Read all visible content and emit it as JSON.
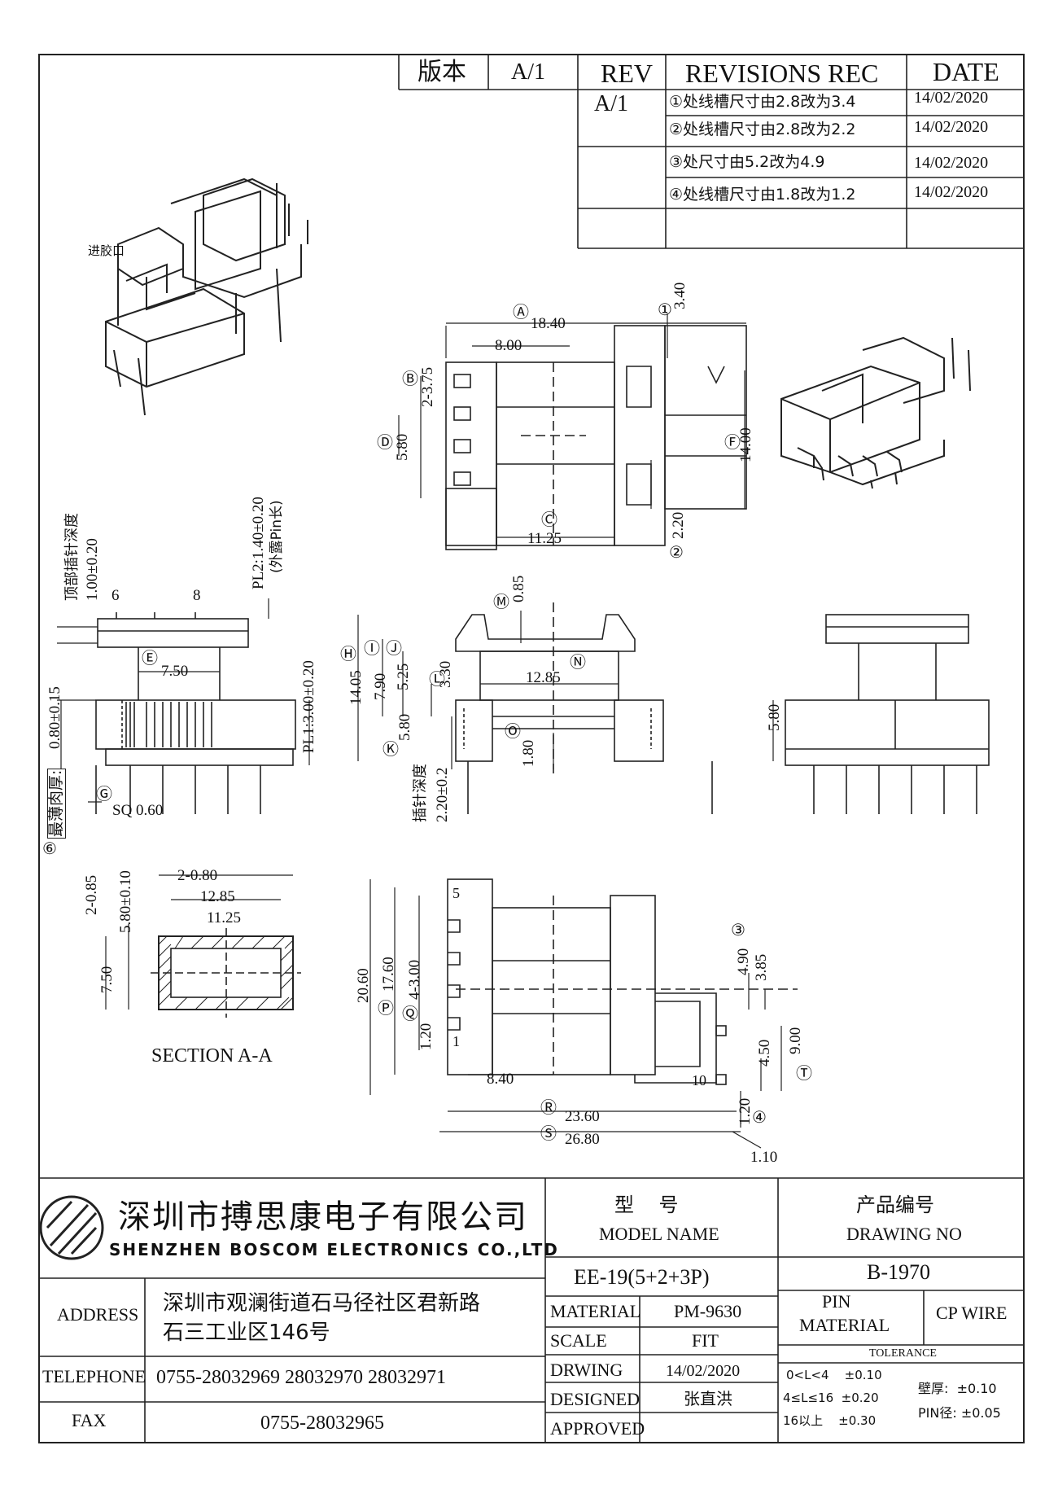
{
  "revision_table": {
    "header": {
      "version_label": "版本",
      "version_value": "A/1",
      "rev": "REV",
      "revisions": "REVISIONS REC",
      "date": "DATE"
    },
    "rows": [
      {
        "rev": "A/1",
        "text": "①处线槽尺寸由2.8改为3.4",
        "date": "14/02/2020"
      },
      {
        "rev": "",
        "text": "②处线槽尺寸由2.8改为2.2",
        "date": "14/02/2020"
      },
      {
        "rev": "",
        "text": "③处尺寸由5.2改为4.9",
        "date": "14/02/2020"
      },
      {
        "rev": "",
        "text": "④处线槽尺寸由1.8改为1.2",
        "date": "14/02/2020"
      }
    ]
  },
  "iso_label": "进胶口",
  "top_view": {
    "A": "Ⓐ",
    "dim_a": "18.40",
    "dim_8": "8.00",
    "c1": "①",
    "dim_340": "3.40",
    "B": "Ⓑ",
    "dim_375": "2-3.75",
    "D": "Ⓓ",
    "dim_580": "5.80",
    "F": "Ⓕ",
    "dim_1400": "14.00",
    "C": "Ⓒ",
    "dim_1125": "11.25",
    "dim_220": "2.20",
    "c2": "②"
  },
  "front_view": {
    "depth_label": "顶部插针深度",
    "depth_val": "1.00±0.20",
    "pl2": "PL2:1.40±0.20",
    "pl2_note": "(外露Pin长)",
    "pin6": "6",
    "pin8": "8",
    "E": "Ⓔ",
    "dim_750": "7.50",
    "dim_080": "0.80±0.15",
    "pl1": "PL1:3.00±0.20",
    "thin_label": "最薄肉厚:",
    "G": "Ⓖ",
    "sq": "SQ 0.60",
    "c6": "⑥"
  },
  "side_view": {
    "M": "Ⓜ",
    "dim_085": "0.85",
    "H": "Ⓗ",
    "dim_1405": "14.05",
    "I": "Ⓘ",
    "dim_790": "7.90",
    "J": "Ⓙ",
    "dim_525": "5.25",
    "L": "Ⓛ",
    "dim_330": "3.30",
    "N": "Ⓝ",
    "dim_1285": "12.85",
    "K": "Ⓚ",
    "dim_580": "5.80",
    "O": "Ⓞ",
    "dim_180": "1.80",
    "pin_depth_label": "插针深度",
    "pin_depth_val": "2.20±0.2"
  },
  "right_view": {
    "dim_580": "5.80"
  },
  "section": {
    "dim_2_080": "2-0.80",
    "dim_1285": "12.85",
    "dim_1125": "11.25",
    "dim_2_085": "2-0.85",
    "dim_580": "5.80±0.10",
    "dim_750": "7.50",
    "title": "SECTION A-A"
  },
  "bottom_view": {
    "pin5": "5",
    "pin1": "1",
    "pin10": "10",
    "dim_2060": "20.60",
    "P": "Ⓟ",
    "dim_1760": "17.60",
    "Q": "Ⓠ",
    "dim_4_300": "4-3.00",
    "dim_120a": "1.20",
    "dim_840": "8.40",
    "R": "Ⓡ",
    "dim_2360": "23.60",
    "S": "Ⓢ",
    "dim_2680": "26.80",
    "dim_110": "1.10",
    "c3": "③",
    "dim_490": "4.90",
    "dim_385": "3.85",
    "dim_450": "4.50",
    "dim_900": "9.00",
    "T": "Ⓣ",
    "dim_120b": "1.20",
    "c4": "④"
  },
  "title_block": {
    "company_cn": "深圳市搏思康电子有限公司",
    "company_en": "SHENZHEN BOSCOM ELECTRONICS CO.,LTD",
    "model_label_cn": "型    号",
    "model_label_en": "MODEL NAME",
    "drawing_label_cn": "产品编号",
    "drawing_label_en": "DRAWING NO",
    "address_label": "ADDRESS",
    "address_l1": "深圳市观澜街道石马径社区君新路",
    "address_l2": "石三工业区146号",
    "telephone_label": "TELEPHONE",
    "telephone": "0755-28032969 28032970 28032971",
    "fax_label": "FAX",
    "fax": "0755-28032965",
    "model": "EE-19(5+2+3P)",
    "drawing_no": "B-1970",
    "material_label": "MATERIAL",
    "material": "PM-9630",
    "pin_material_label_1": "PIN",
    "pin_material_label_2": "MATERIAL",
    "pin_material": "CP WIRE",
    "scale_label": "SCALE",
    "scale": "FIT",
    "tolerance_label": "TOLERANCE",
    "drawing_label": "DRWING",
    "drawing_date": "14/02/2020",
    "designed_label": "DESIGNED",
    "designer": "张直洪",
    "approved_label": "APPROVED",
    "tol_1": "0<L<4    ±0.10",
    "tol_2": "4≤L≤16  ±0.20",
    "tol_3": "16以上    ±0.30",
    "wall": "壁厚:  ±0.10",
    "pin_dia": "PIN径: ±0.05"
  }
}
